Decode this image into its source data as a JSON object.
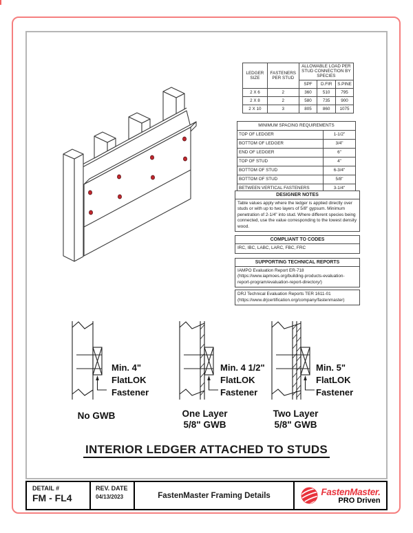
{
  "sheet": {
    "title": "INTERIOR LEDGER ATTACHED TO STUDS"
  },
  "load_table": {
    "header_ledger": "LEDGER SIZE",
    "header_fasteners": "FASTENERS PER STUD",
    "header_allowable": "ALLOWABLE LOAD PER STUD CONNECTION BY SPECIES",
    "species": [
      "SPF",
      "D.FIR",
      "S.PINE"
    ],
    "rows": [
      {
        "size": "2 X 6",
        "fasteners": "2",
        "spf": "360",
        "dfir": "510",
        "spine": "795"
      },
      {
        "size": "2 X 8",
        "fasteners": "2",
        "spf": "580",
        "dfir": "735",
        "spine": "900"
      },
      {
        "size": "2 X 10",
        "fasteners": "3",
        "spf": "805",
        "dfir": "860",
        "spine": "1075"
      }
    ]
  },
  "spacing_table": {
    "title": "MINIMUM SPACING REQUIREMENTS",
    "rows": [
      {
        "label": "TOP OF LEDGER",
        "value": "1-1/2\""
      },
      {
        "label": "BOTTOM OF LEDGER",
        "value": "3/4\""
      },
      {
        "label": "END OF LEDGER",
        "value": "6\""
      },
      {
        "label": "TOP OF STUD",
        "value": "4\""
      },
      {
        "label": "BOTTOM OF STUD",
        "value": "6-3/4\""
      },
      {
        "label": "BOTTOM OF STUD",
        "value": "5/8\""
      },
      {
        "label": "BETWEEN VERTICAL FASTENERS",
        "value": "3-1/4\""
      }
    ]
  },
  "designer_notes": {
    "title": "DESIGNER NOTES",
    "body": "Table values apply where the ledger is applied directly over studs or with up to two layers of 5/8\" gypsum. Minimum penetration of 2-1/4\" into stud. Where different species being connected, use the value corresponding to the lowest density wood."
  },
  "codes": {
    "title": "COMPLIANT TO CODES",
    "body": "IRC, IBC, LABC, LARC, FBC, FRC"
  },
  "reports": {
    "title": "SUPPORTING TECHNICAL REPORTS",
    "items": [
      {
        "name": "IAMPO Evaluation Report ER-718",
        "url": "(https://www.iapmoes.org/building-products-evaluation-report-program/evaluation-report-directory/)"
      },
      {
        "name": "DRJ Technical Evaluation Reports TER 1611-01",
        "url": "(https://www.drjcertification.org/company/fastenmaster)"
      }
    ]
  },
  "details": [
    {
      "l1": "Min. 4\"",
      "l2": "FlatLOK",
      "l3": "Fastener",
      "c1": "No GWB",
      "c2": ""
    },
    {
      "l1": "Min. 4 1/2\"",
      "l2": "FlatLOK",
      "l3": "Fastener",
      "c1": "One Layer",
      "c2": "5/8\" GWB"
    },
    {
      "l1": "Min. 5\"",
      "l2": "FlatLOK",
      "l3": "Fastener",
      "c1": "Two Layer",
      "c2": "5/8\" GWB"
    }
  ],
  "footer": {
    "detail_label": "DETAIL #",
    "detail_value": "FM - FL4",
    "rev_label": "REV. DATE",
    "rev_value": "04/13/2023",
    "doc_title": "FastenMaster Framing Details",
    "brand_name": "FastenMaster.",
    "brand_tagline": "PRO Driven"
  },
  "colors": {
    "page_border": "#f57e7e",
    "frame_border": "#b5b5b5",
    "brand_red": "#e8333c",
    "fastener_red": "#c1272d"
  }
}
